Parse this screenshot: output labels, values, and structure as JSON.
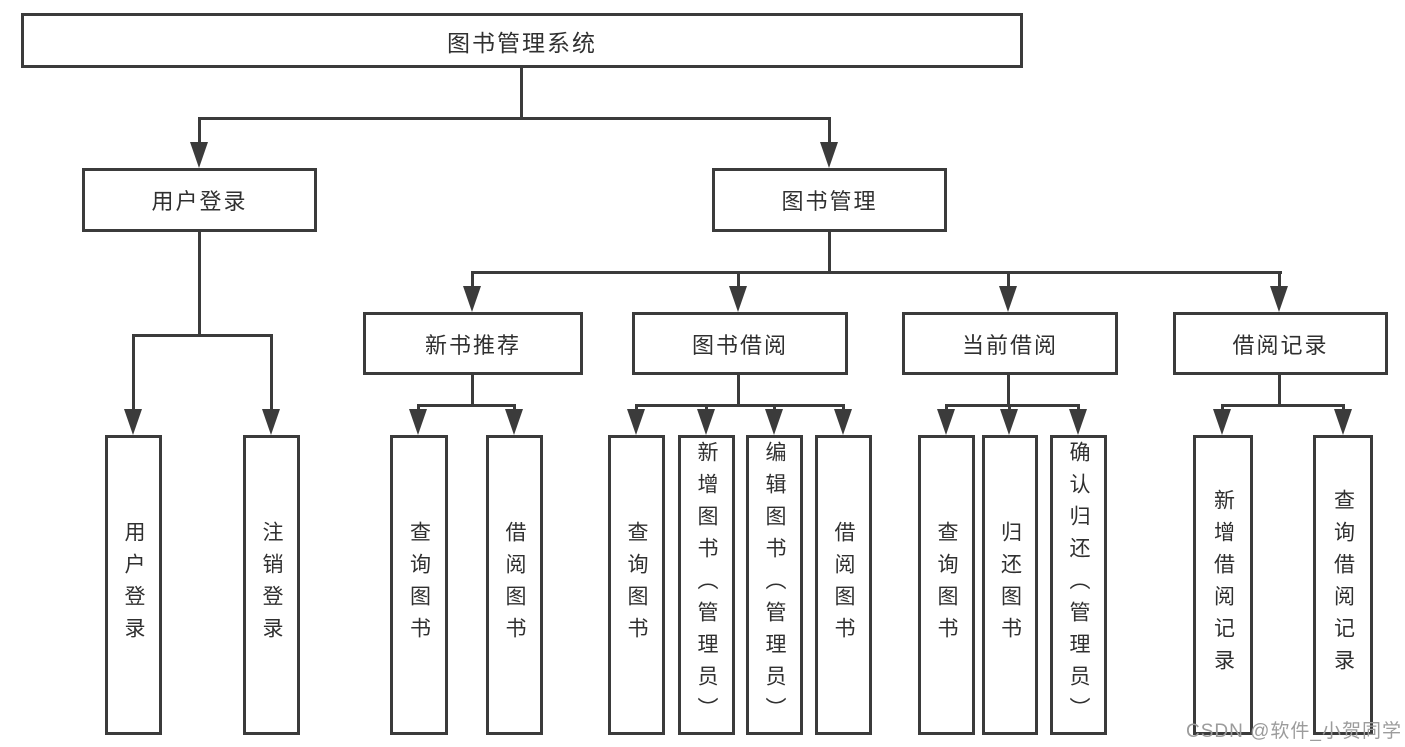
{
  "diagram": {
    "tree": {
      "root": "图书管理系统",
      "user": {
        "label": "用户登录",
        "children": [
          "用户登录",
          "注销登录"
        ]
      },
      "mgmt": {
        "label": "图书管理",
        "recommend": {
          "label": "新书推荐",
          "children": [
            "查询图书",
            "借阅图书"
          ]
        },
        "borrow": {
          "label": "图书借阅",
          "children": [
            "查询图书",
            "新增图书（管理员）",
            "编辑图书（管理员）",
            "借阅图书"
          ]
        },
        "current": {
          "label": "当前借阅",
          "children": [
            "查询图书",
            "归还图书",
            "确认归还（管理员）"
          ]
        },
        "records": {
          "label": "借阅记录",
          "children": [
            "新增借阅记录",
            "查询借阅记录"
          ]
        }
      }
    },
    "colors": {
      "line": "#3b3b3b",
      "text": "#303030",
      "background": "#ffffff",
      "watermark": "#9c9c9c"
    }
  },
  "watermark": {
    "text": "CSDN @软件_小贺同学"
  }
}
